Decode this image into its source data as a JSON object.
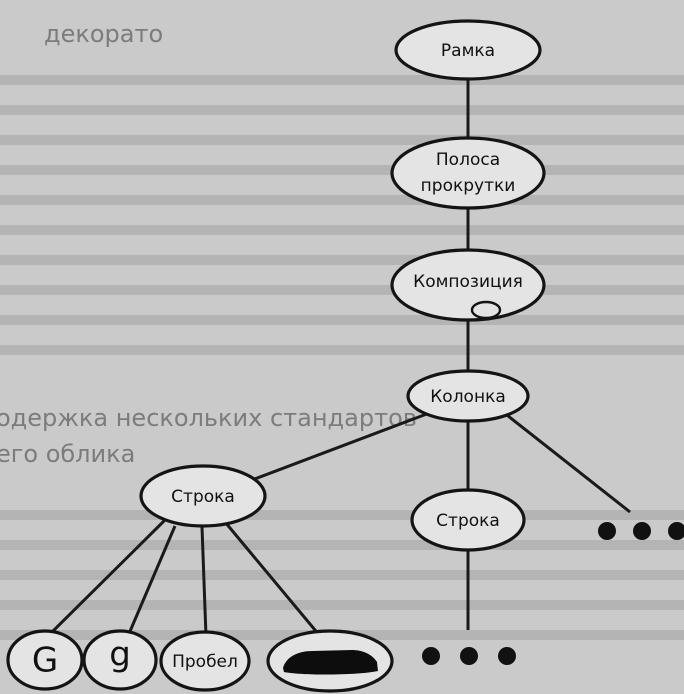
{
  "background": {
    "head_fragments": [
      "декорато",
      "одержка нескольких стандартов",
      "его облика"
    ]
  },
  "nodes": {
    "frame": "Рамка",
    "scrollbar_line1": "Полоса",
    "scrollbar_line2": "прокрутки",
    "composition": "Композиция",
    "column": "Колонка",
    "row_left": "Строка",
    "row_center": "Строка",
    "glyph_upper": "G",
    "glyph_lower": "g",
    "space": "Пробел"
  },
  "ellipsis_indicators": [
    "row-children-continuation",
    "column-children-continuation",
    "row-glyphs-continuation"
  ],
  "colors": {
    "ink": "#111111",
    "node_fill": "#e4e4e4",
    "paper": "#c9c9c9"
  }
}
